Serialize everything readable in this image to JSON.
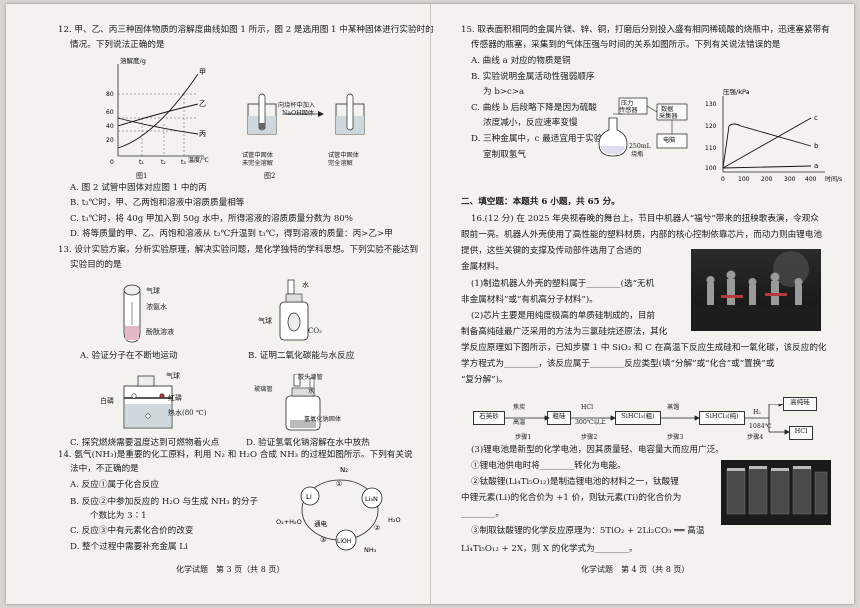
{
  "left": {
    "q12": {
      "stem1": "12. 甲、乙、丙三种固体物质的溶解度曲线如图 1 所示，图 2 是选用图 1 中某种固体进行实验时的",
      "stem2": "情况。下列说法正确的是",
      "fig1": {
        "ylabel": "溶解度/g",
        "xlabel": "温度/℃",
        "caption": "图1",
        "y80": "80",
        "y60": "60",
        "y40": "40",
        "y20": "20",
        "origin": "0",
        "t1": "t₁",
        "t2": "t₂",
        "t3": "t₃",
        "jia": "甲",
        "yi": "乙",
        "bing": "丙"
      },
      "fig2": {
        "arrow_text1": "向烧杯中加入",
        "arrow_text2": "NaOH固体",
        "label_a1": "试管中固体",
        "label_a2": "未完全溶解",
        "label_b1": "试管中固体",
        "label_b2": "完全溶解",
        "caption": "图2"
      },
      "options": [
        "A. 图 2 试管中固体对应图 1 中的丙",
        "B. t₂℃时，甲、乙两饱和溶液中溶质质量相等",
        "C. t₃℃时，将 40g 甲加入到 50g 水中，所得溶液的溶质质量分数为 80%",
        "D. 将等质量的甲、乙、丙饱和溶液从 t₂℃升温到 t₃℃，得到溶液的质量：丙>乙>甲"
      ]
    },
    "q13": {
      "stem1": "13. 设计实验方案，分析实验原理，解决实验问题，是化学独特的学科思想。下列实验不能达到",
      "stem2": "实验目的的是",
      "fig_a": {
        "l1": "气球",
        "l2": "浓氨水",
        "l3": "酚酞溶液",
        "caption": "A. 验证分子在不断地运动"
      },
      "fig_b": {
        "l1": "水",
        "l2": "气球",
        "l3": "CO₂",
        "caption": "B. 证明二氧化碳能与水反应"
      },
      "fig_c": {
        "l1": "气球",
        "l2": "白磷",
        "l3": "红磷",
        "l4": "热水(80 ℃)",
        "caption": "C. 探究燃烧需要温度达到可燃物着火点"
      },
      "fig_d": {
        "l1": "胶头滴管",
        "l2": "玻璃管",
        "l3": "水",
        "l4": "氢氧化钠固体",
        "caption": "D. 验证氢氧化钠溶解在水中放热"
      }
    },
    "q14": {
      "stem1": "14. 氨气(NH₃)是重要的化工原料，利用 N₂ 和 H₂O 合成 NH₃ 的过程如图所示。下列有关说",
      "stem2": "法中，不正确的是",
      "options": [
        "A. 反应①属于化合反应",
        "B. 反应②中参加反应的 H₂O 与生成 NH₃ 的分子",
        "个数比为 3∶1",
        "C. 反应③中有元素化合价的改变",
        "D. 整个过程中需要补充金属 Li"
      ],
      "diagram": {
        "n2": "N₂",
        "li": "Li",
        "li3n": "Li₃N",
        "lioh": "LiOH",
        "o2h2o": "O₂+H₂O",
        "h2o": "H₂O",
        "nh3": "NH₃",
        "tongdian": "通电",
        "c1": "①",
        "c2": "②",
        "c3": "③"
      }
    },
    "footer": "化学试题　第 3 页（共 8 页）"
  },
  "right": {
    "q15": {
      "stem1": "15. 取表面积相同的金属片镁、锌、铜，打磨后分别投入盛有相同稀硫酸的烧瓶中，迅速塞紧带有",
      "stem2": "传感器的瓶塞，采集到的气体压强与时间的关系如图所示。下列有关说法错误的是",
      "options": [
        "A. 曲线 a 对应的物质是铜",
        "B. 实验说明金属活动性强弱顺序",
        "为 b>c>a",
        "C. 曲线 b 后段略下降是因为硫酸",
        "浓度减小，反应速率变慢",
        "D. 三种金属中，c 最适宜用于实验",
        "室制取氢气"
      ],
      "apparatus": {
        "sensor1": "压力",
        "sensor2": "传感器",
        "collector1": "数据",
        "collector2": "采集器",
        "computer": "电脑",
        "flask1": "250mL",
        "flask2": "烧瓶"
      },
      "graph": {
        "ylabel": "压强/kPa",
        "xlabel": "时间/s",
        "y130": "130",
        "y120": "120",
        "y110": "110",
        "y100": "100",
        "x0": "0",
        "x100": "100",
        "x200": "200",
        "x300": "300",
        "x400": "400",
        "a": "a",
        "b": "b",
        "c": "c"
      }
    },
    "section2": "二、填空题：本题共 6 小题，共 65 分。",
    "q16": {
      "p1": "16.(12 分) 在 2025 年央视春晚的舞台上，节目中机器人“福兮”带来的扭秧歌表演，令观众",
      "p2": "眼前一亮。机器人外壳使用了高性能的塑料材质，内部的核心控制依靠芯片，而动力则由锂电池",
      "p3": "提供，这些关键的支撑及传动部件选用了合适的",
      "p4": "金属材料。",
      "q1a": "(1)制造机器人外壳的塑料属于________(选“无机",
      "q1b": "非金属材料”或“有机高分子材料”)。",
      "q2a": "(2)芯片主要是用纯度极高的单质硅制成的，目前",
      "q2b": "制备高纯硅最广泛采用的方法为三氯硅烷还原法，其化",
      "q2c": "学反应原理如下图所示，已知步骤 1 中 SiO₂ 和 C 在高温下反应生成硅和一氧化碳，该反应的化",
      "q2d": "学方程式为________，该反应属于________反应类型(填“分解”或“化合”或“置换”或",
      "q2e": "“复分解”)。",
      "flow": {
        "b1": "石英砂",
        "a1t": "焦炭",
        "a1b": "高温",
        "b2": "粗硅",
        "a2t": "HCl",
        "a2b": "300℃以上",
        "b3": "SiHCl₃(粗)",
        "a3t": "蒸馏",
        "b4": "SiHCl₃(纯)",
        "a4t": "H₂",
        "a4b": "1084℃",
        "b5": "高纯硅",
        "b6": "HCl",
        "s1": "步骤1",
        "s2": "步骤2",
        "s3": "步骤3",
        "s4": "步骤4"
      },
      "q3a": "(3)锂电池是新型的化学电池，因其质量轻、电容量大而应用广泛。",
      "q3b": "①锂电池供电时将________转化为电能。",
      "q3c": "②钛酸锂(Li₄Ti₅O₁₂)是制造锂电池的材料之一，钛酸锂",
      "q3d": "中锂元素(Li)的化合价为 +1 价，则钛元素(Ti)的化合价为",
      "q3e": "________。",
      "q3f": "③制取钛酸锂的化学反应原理为：5TiO₂ + 2Li₂CO₃ ══ 高温",
      "q3g": "Li₄Ti₅O₁₂ + 2X，则 X 的化学式为________。"
    },
    "footer": "化学试题　第 4 页（共 8 页）"
  }
}
